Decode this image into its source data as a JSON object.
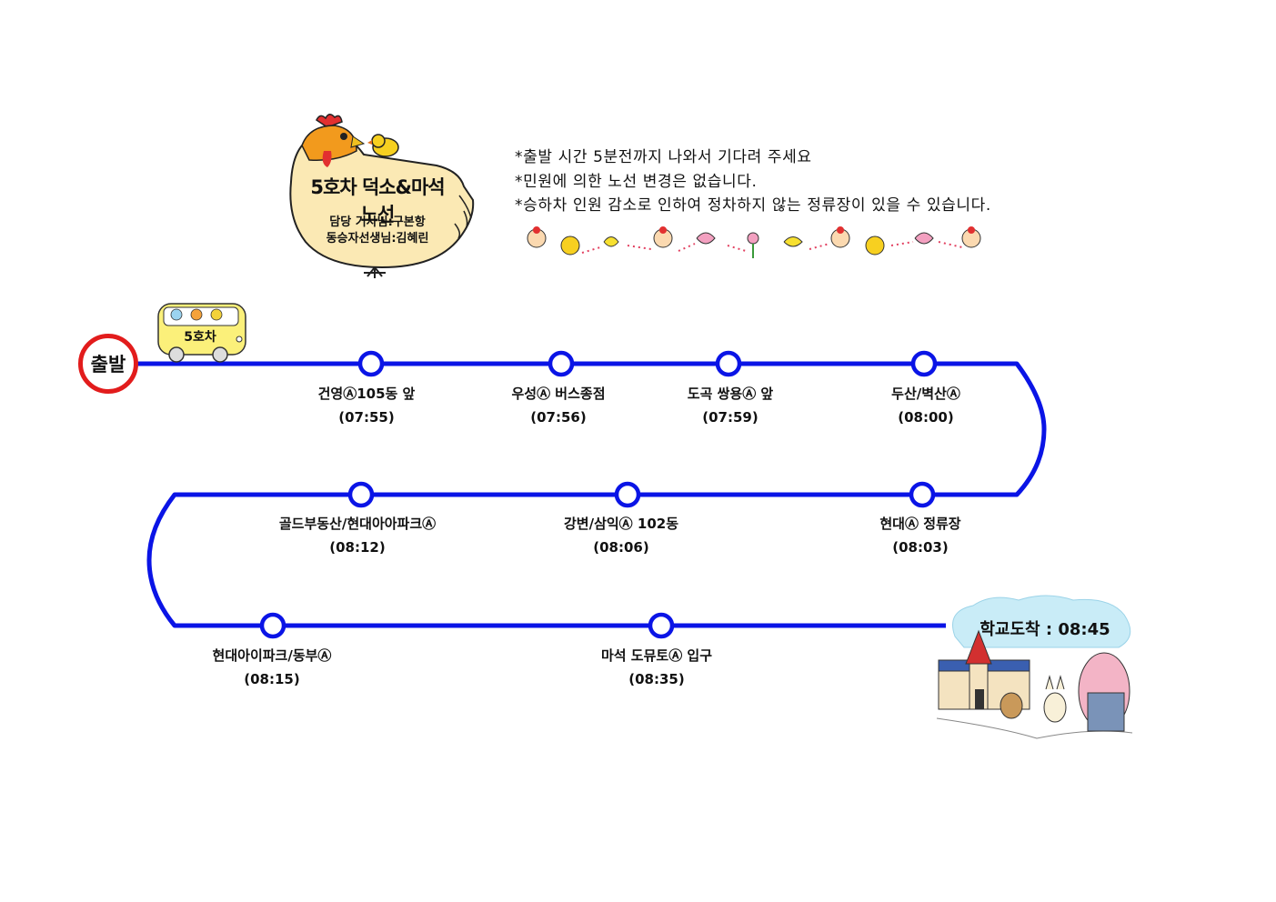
{
  "header": {
    "route_title": "5호차 덕소&마석 노선",
    "driver_line": "담당 기사님:구본항",
    "teacher_line": "동승자선생님:김혜린"
  },
  "notices": [
    "*출발 시간 5분전까지 나와서 기다려 주세요",
    "*민원에 의한 노선 변경은 없습니다.",
    "*승하차 인원 감소로 인하여 정차하지 않는 정류장이  있을 수 있습니다."
  ],
  "start": {
    "label": "출발"
  },
  "bus": {
    "label": "5호차"
  },
  "stops": [
    {
      "name": "건영Ⓐ105동 앞",
      "time": "(07:55)"
    },
    {
      "name": "우성Ⓐ 버스종점",
      "time": "(07:56)"
    },
    {
      "name": "도곡 쌍용Ⓐ 앞",
      "time": "(07:59)"
    },
    {
      "name": "두산/벽산Ⓐ",
      "time": "(08:00)"
    },
    {
      "name": "현대Ⓐ 정류장",
      "time": "(08:03)"
    },
    {
      "name": "강변/삼익Ⓐ 102동",
      "time": "(08:06)"
    },
    {
      "name": "골드부동산/현대아아파크Ⓐ",
      "time": "(08:12)"
    },
    {
      "name": "현대아이파크/동부Ⓐ",
      "time": "(08:15)"
    },
    {
      "name": "마석 도뮤토Ⓐ 입구",
      "time": "(08:35)"
    }
  ],
  "arrival": {
    "label": "학교도착 : 08:45"
  },
  "colors": {
    "route": "#0a14e6",
    "start_ring": "#e21c1c",
    "cloud": "#c9ecf7",
    "hen_body": "#fbe9b4"
  }
}
